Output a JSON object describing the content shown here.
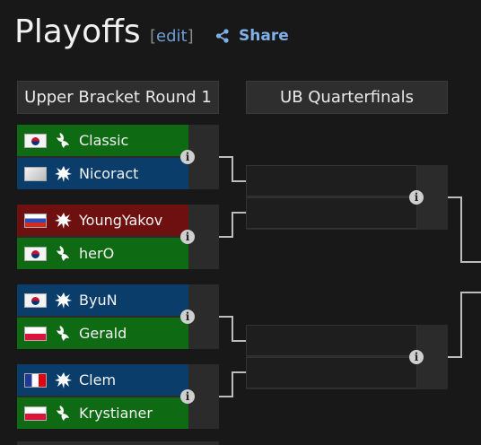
{
  "page": {
    "title": "Playoffs",
    "edit_bracket_open": "[",
    "edit_label": "edit",
    "edit_bracket_close": "]",
    "share_label": "Share"
  },
  "rounds": [
    {
      "label": "Upper Bracket Round 1"
    },
    {
      "label": "UB Quarterfinals"
    }
  ],
  "matches": [
    {
      "players": [
        {
          "name": "Classic",
          "flag": "kr",
          "race": "protoss",
          "color": "green"
        },
        {
          "name": "Nicoract",
          "flag": "unk",
          "race": "zerg",
          "color": "blue"
        }
      ]
    },
    {
      "players": [
        {
          "name": "YoungYakov",
          "flag": "ru",
          "race": "zerg",
          "color": "red"
        },
        {
          "name": "herO",
          "flag": "kr",
          "race": "protoss",
          "color": "green"
        }
      ]
    },
    {
      "players": [
        {
          "name": "ByuN",
          "flag": "kr",
          "race": "zerg",
          "color": "blue"
        },
        {
          "name": "Gerald",
          "flag": "pl",
          "race": "protoss",
          "color": "green"
        }
      ]
    },
    {
      "players": [
        {
          "name": "Clem",
          "flag": "fr",
          "race": "zerg",
          "color": "blue"
        },
        {
          "name": "Krystianer",
          "flag": "pl",
          "race": "protoss",
          "color": "green"
        }
      ]
    }
  ],
  "colors": {
    "green": "#0e6b13",
    "blue": "#0b3d6b",
    "red": "#6f1010",
    "link": "#7fb0e6"
  },
  "icons": {
    "share": "share-icon",
    "info": "info-icon",
    "protoss": "protoss-race-icon",
    "zerg": "zerg-race-icon"
  }
}
